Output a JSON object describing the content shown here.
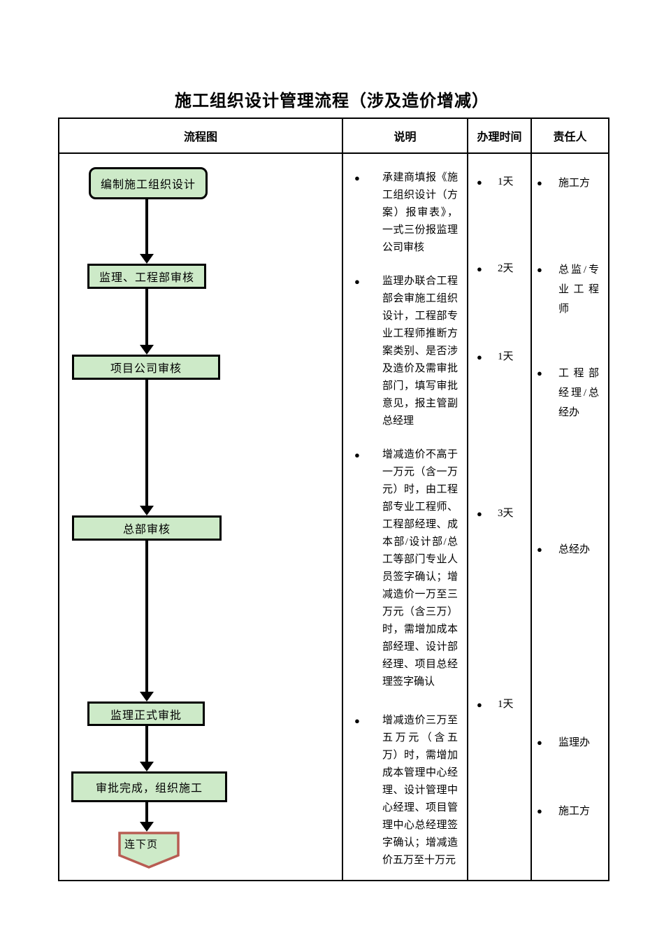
{
  "ui": {
    "bullet": "●"
  },
  "page_title": "施工组织设计管理流程（涉及造价增减）",
  "table": {
    "headers": [
      "流程图",
      "说明",
      "办理时间",
      "责任人"
    ]
  },
  "flow": {
    "nodes": [
      {
        "label": "编制施工组织设计"
      },
      {
        "label": "监理、工程部审核"
      },
      {
        "label": "项目公司审核"
      },
      {
        "label": "总部审核"
      },
      {
        "label": "监理正式审批"
      },
      {
        "label": "审批完成，组织施工"
      },
      {
        "label": "连下页"
      }
    ]
  },
  "notes": {
    "items": [
      {
        "text": "承建商填报《施工组织设计（方案）报审表》，一式三份报监理公司审核"
      },
      {
        "text": "监理办联合工程部会审施工组织设计，工程部专业工程师推断方案类别、是否涉及造价及需审批部门，填写审批意见，报主管副总经理"
      },
      {
        "text": "增减造价不高于一万元（含一万元）时，由工程部专业工程师、工程部经理、成本部/设计部/总工等部门专业人员签字确认；增减造价一万至三万元（含三万）时，需增加成本部经理、设计部经理、项目总经理签字确认"
      },
      {
        "text": "增减造价三万至五万元（含五万）时，需增加成本管理中心经理、设计管理中心经理、项目管理中心总经理签字确认；增减造价五万至十万元"
      }
    ]
  },
  "durations": {
    "items": [
      {
        "text": "1天"
      },
      {
        "text": "2天"
      },
      {
        "text": "1天"
      },
      {
        "text": "3天"
      },
      {
        "text": "1天"
      }
    ]
  },
  "responsibles": {
    "items": [
      {
        "text": "施工方"
      },
      {
        "text": "总监/专业工程师"
      },
      {
        "text": "工程部经理/总经办"
      },
      {
        "text": "总经办"
      },
      {
        "text": "监理办"
      },
      {
        "text": "施工方"
      }
    ]
  },
  "colors": {
    "node_fill": "#cdeac8",
    "node_border": "#000000",
    "connector_border": "#b85c52",
    "table_border": "#000000",
    "text_color": "#000000",
    "page_bg": "#ffffff"
  }
}
